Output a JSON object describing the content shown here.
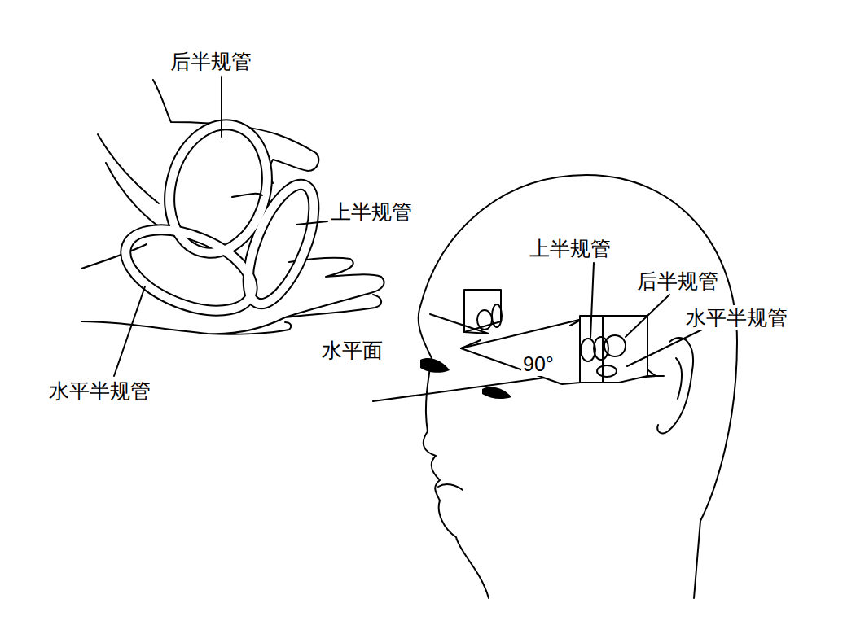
{
  "diagram": {
    "labels": [
      "后半规管",
      "上半规管",
      "上半规管",
      "后半规管",
      "水平半规管",
      "水平面",
      "90°",
      "水平半规管"
    ]
  }
}
